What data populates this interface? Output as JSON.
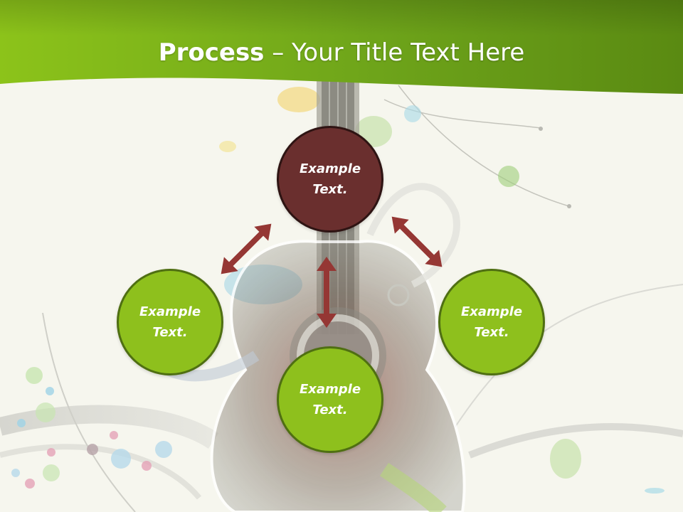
{
  "slide": {
    "title_bold": "Process",
    "title_rest": " – Your Title Text Here",
    "nodes": [
      {
        "line1": "Example",
        "line2": "Text."
      },
      {
        "line1": "Example",
        "line2": "Text."
      },
      {
        "line1": "Example",
        "line2": "Text."
      },
      {
        "line1": "Example",
        "line2": "Text."
      }
    ]
  },
  "colors": {
    "header_green": "#7cb21a",
    "node_green": "#8ec01d",
    "node_dark": "#6a2f2e",
    "arrow_red": "#953734",
    "background": "#f6f6ee"
  }
}
